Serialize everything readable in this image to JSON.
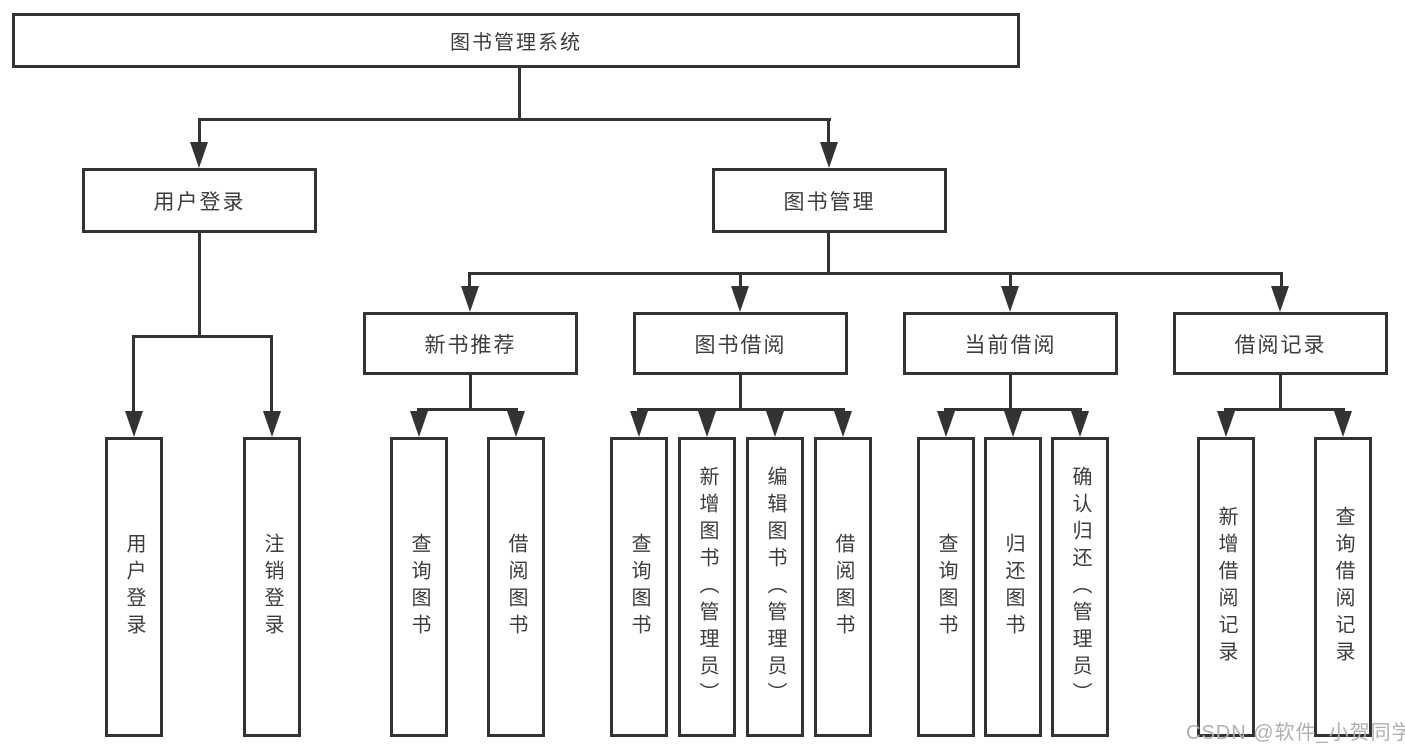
{
  "diagram": {
    "title": "图书管理系统",
    "branches": [
      {
        "label": "用户登录",
        "children": [
          {
            "label": "用户登录"
          },
          {
            "label": "注销登录"
          }
        ]
      },
      {
        "label": "图书管理",
        "children": [
          {
            "label": "新书推荐",
            "children": [
              {
                "label": "查询图书"
              },
              {
                "label": "借阅图书"
              }
            ]
          },
          {
            "label": "图书借阅",
            "children": [
              {
                "label": "查询图书"
              },
              {
                "label": "新增图书（管理员）"
              },
              {
                "label": "编辑图书（管理员）"
              },
              {
                "label": "借阅图书"
              }
            ]
          },
          {
            "label": "当前借阅",
            "children": [
              {
                "label": "查询图书"
              },
              {
                "label": "归还图书"
              },
              {
                "label": "确认归还（管理员）"
              }
            ]
          },
          {
            "label": "借阅记录",
            "children": [
              {
                "label": "新增借阅记录"
              },
              {
                "label": "查询借阅记录"
              }
            ]
          }
        ]
      }
    ]
  },
  "watermark": {
    "text": "CSDN @软件_小贺同学",
    "color": "#b0b0b0"
  },
  "colors": {
    "line": "#333333",
    "text": "#3d3d3d",
    "background": "#ffffff"
  }
}
